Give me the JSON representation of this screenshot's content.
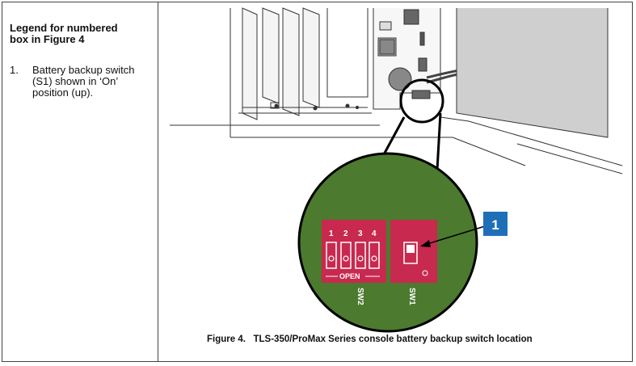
{
  "legend": {
    "title_line1": "Legend for numbered",
    "title_line2": "box in Figure 4",
    "items": [
      {
        "number": "1.",
        "line1": "Battery backup switch",
        "line2": "(S1) shown in ‘On’",
        "line3": "position (up)."
      }
    ]
  },
  "figure": {
    "callout_number": "1",
    "dip_numbers": [
      "1",
      "2",
      "3",
      "4"
    ],
    "sw2_open_label": "OPEN",
    "sw2_label": "SW2",
    "sw1_label": "SW1",
    "caption": "Figure 4.   TLS-350/ProMax Series console battery backup switch location",
    "colors": {
      "green": "#4c7a2e",
      "switch_red": "#c8294f",
      "callout_blue": "#1f6fb8"
    }
  }
}
